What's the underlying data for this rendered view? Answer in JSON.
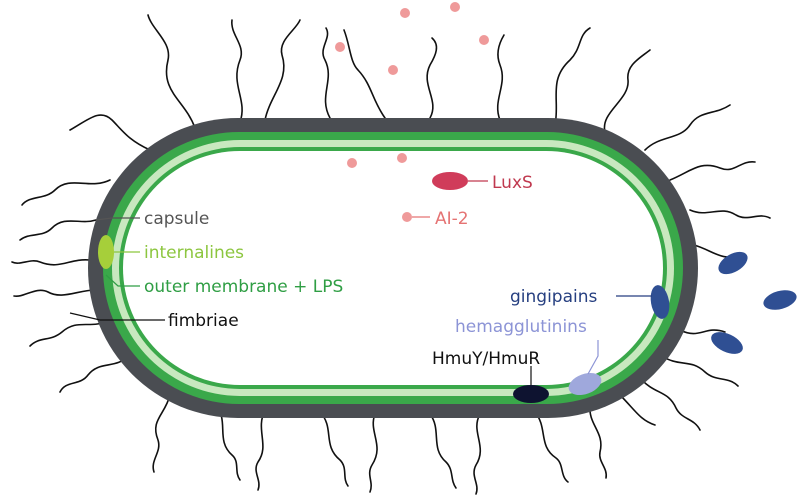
{
  "labels": {
    "capsule": "capsule",
    "internalines": "internalines",
    "outer_membrane": "outer membrane + LPS",
    "fimbriae": "fimbriae",
    "luxs": "LuxS",
    "ai2": "AI-2",
    "gingipains": "gingipains",
    "hemagglutinins": "hemagglutinins",
    "hmuy": "HmuY/HmuR"
  },
  "colors": {
    "capsule": "#4a4d52",
    "outer_membrane": "#3aa84a",
    "periplasm": "#c8e8bf",
    "internalines": "#a6cf3a",
    "luxs": "#d03c5a",
    "ai2": "#ef9a9a",
    "gingipains": "#2f4f93",
    "hemagglutinins": "#9fa8dc",
    "hmuy": "#0e1330",
    "fimbriae": "#111111",
    "label_capsule": "#555555",
    "label_internalines": "#8cc63f",
    "label_outer_membrane": "#2f9e44",
    "label_fimbriae": "#111111",
    "label_luxs": "#c0394f",
    "label_ai2": "#e57373",
    "label_gingipains": "#263f80",
    "label_hemagglutinins": "#8c94d6",
    "label_hmuy": "#111111"
  }
}
